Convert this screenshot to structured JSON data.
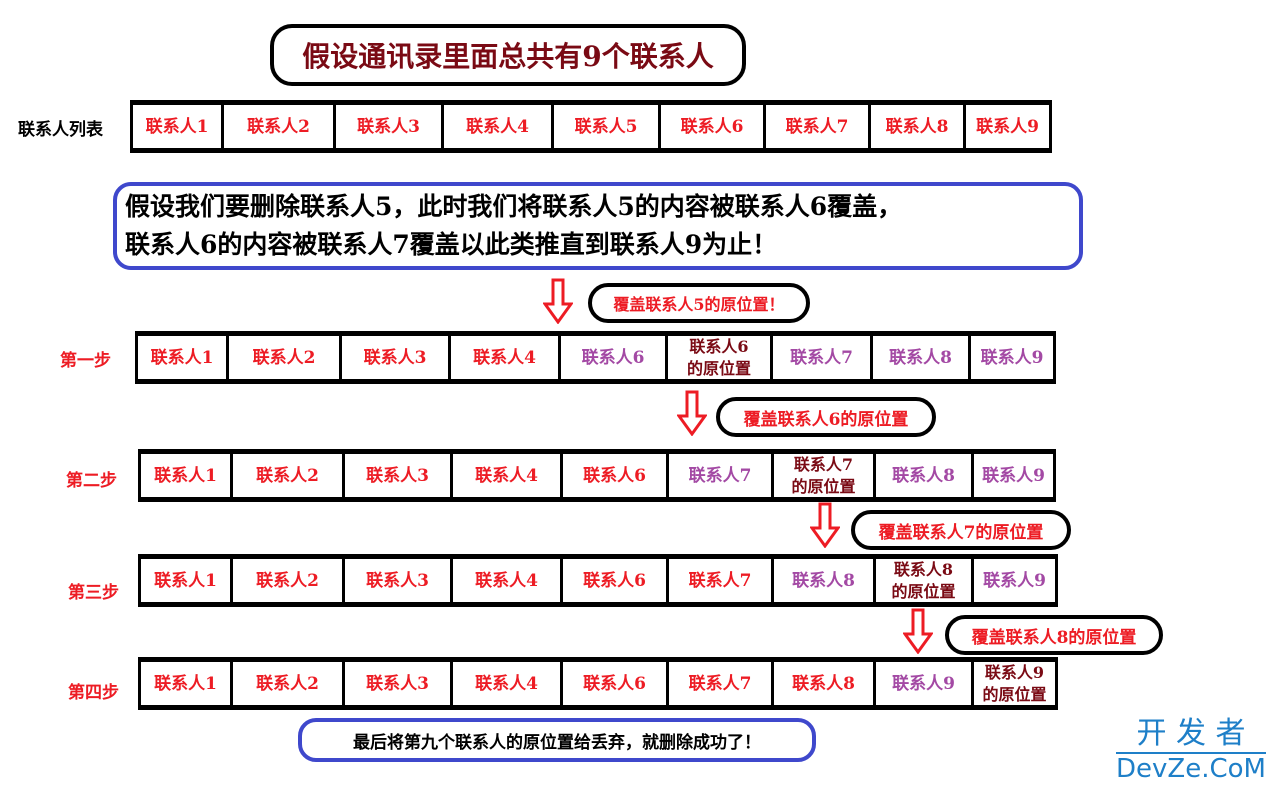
{
  "title": "假设通讯录里面总共有9个联系人",
  "list_label": "联系人列表",
  "explanation": [
    "假设我们要删除联系人5，此时我们将联系人5的内容被联系人6覆盖，",
    "联系人6的内容被联系人7覆盖以此类推直到联系人9为止！"
  ],
  "colors": {
    "red": "#ed1c24",
    "purple": "#a349a4",
    "dark": "#7a0a14",
    "blue": "#3f48cc"
  },
  "rows": [
    {
      "label": "",
      "cells": [
        [
          "联系人1",
          "red"
        ],
        [
          "联系人2",
          "red"
        ],
        [
          "联系人3",
          "red"
        ],
        [
          "联系人4",
          "red"
        ],
        [
          "联系人5",
          "red"
        ],
        [
          "联系人6",
          "red"
        ],
        [
          "联系人7",
          "red"
        ],
        [
          "联系人8",
          "red"
        ],
        [
          "联系人9",
          "red"
        ]
      ]
    },
    {
      "label": "第一步",
      "cells": [
        [
          "联系人1",
          "red"
        ],
        [
          "联系人2",
          "red"
        ],
        [
          "联系人3",
          "red"
        ],
        [
          "联系人4",
          "red"
        ],
        [
          "联系人6",
          "purple"
        ],
        [
          "联系人6\n的原位置",
          "dark"
        ],
        [
          "联系人7",
          "purple"
        ],
        [
          "联系人8",
          "purple"
        ],
        [
          "联系人9",
          "purple"
        ]
      ]
    },
    {
      "label": "第二步",
      "cells": [
        [
          "联系人1",
          "red"
        ],
        [
          "联系人2",
          "red"
        ],
        [
          "联系人3",
          "red"
        ],
        [
          "联系人4",
          "red"
        ],
        [
          "联系人6",
          "red"
        ],
        [
          "联系人7",
          "purple"
        ],
        [
          "联系人7\n的原位置",
          "dark"
        ],
        [
          "联系人8",
          "purple"
        ],
        [
          "联系人9",
          "purple"
        ]
      ]
    },
    {
      "label": "第三步",
      "cells": [
        [
          "联系人1",
          "red"
        ],
        [
          "联系人2",
          "red"
        ],
        [
          "联系人3",
          "red"
        ],
        [
          "联系人4",
          "red"
        ],
        [
          "联系人6",
          "red"
        ],
        [
          "联系人7",
          "red"
        ],
        [
          "联系人8",
          "purple"
        ],
        [
          "联系人8\n的原位置",
          "dark"
        ],
        [
          "联系人9",
          "purple"
        ]
      ]
    },
    {
      "label": "第四步",
      "cells": [
        [
          "联系人1",
          "red"
        ],
        [
          "联系人2",
          "red"
        ],
        [
          "联系人3",
          "red"
        ],
        [
          "联系人4",
          "red"
        ],
        [
          "联系人6",
          "red"
        ],
        [
          "联系人7",
          "red"
        ],
        [
          "联系人8",
          "red"
        ],
        [
          "联系人9",
          "purple"
        ],
        [
          "联系人9\n的原位置",
          "dark"
        ]
      ]
    }
  ],
  "notes": [
    "覆盖联系人5的原位置！",
    "覆盖联系人6的原位置",
    "覆盖联系人7的原位置",
    "覆盖联系人8的原位置"
  ],
  "final": "最后将第九个联系人的原位置给丢弃，就删除成功了！",
  "watermark": {
    "line1": "开 发 者",
    "line2": "DevZe.CoM"
  }
}
